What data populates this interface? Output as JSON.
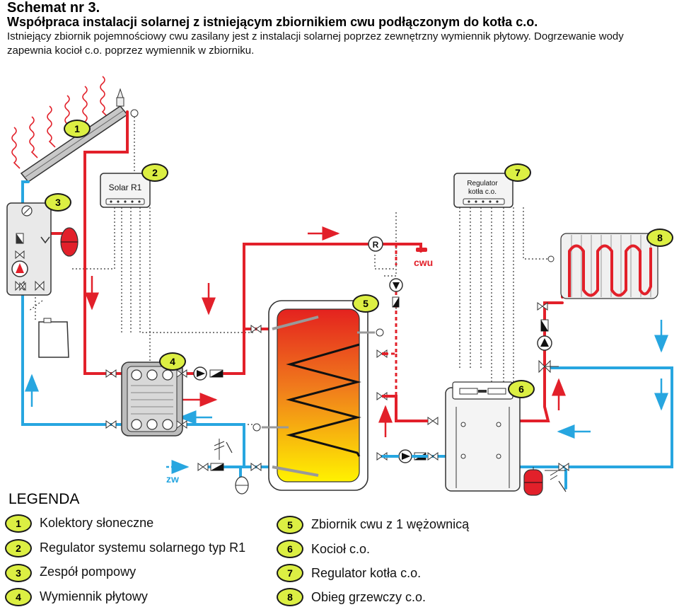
{
  "header": {
    "title": "Schemat nr 3.",
    "subtitle": "Współpraca instalacji solarnej z istniejącym zbiornikiem cwu podłączonym do kotła c.o.",
    "description": "Istniejący zbiornik pojemnościowy cwu zasilany jest z instalacji solarnej poprzez zewnętrzny wymiennik płytowy. Dogrzewanie wody zapewnia kocioł c.o. poprzez wymiennik w zbiorniku."
  },
  "diagram": {
    "badges": [
      "1",
      "2",
      "3",
      "4",
      "5",
      "6",
      "7",
      "8"
    ],
    "solar_controller_label": "Solar R1",
    "boiler_controller_label_line1": "Regulator",
    "boiler_controller_label_line2": "kotła c.o.",
    "sensor_r": "R",
    "cwu_label": "cwu",
    "zw_label": "zw"
  },
  "legend": {
    "title": "LEGENDA",
    "items": [
      {
        "num": "1",
        "label": "Kolektory słoneczne"
      },
      {
        "num": "2",
        "label": "Regulator systemu solarnego typ R1"
      },
      {
        "num": "3",
        "label": "Zespół pompowy"
      },
      {
        "num": "4",
        "label": "Wymiennik płytowy"
      },
      {
        "num": "5",
        "label": "Zbiornik cwu z 1 wężownicą"
      },
      {
        "num": "6",
        "label": "Kocioł c.o."
      },
      {
        "num": "7",
        "label": "Regulator kotła c.o."
      },
      {
        "num": "8",
        "label": "Obieg grzewczy c.o."
      }
    ]
  },
  "colors": {
    "hot": "#e2202a",
    "cold": "#27a6e0",
    "badge": "#dcef43",
    "control": "#333333"
  }
}
